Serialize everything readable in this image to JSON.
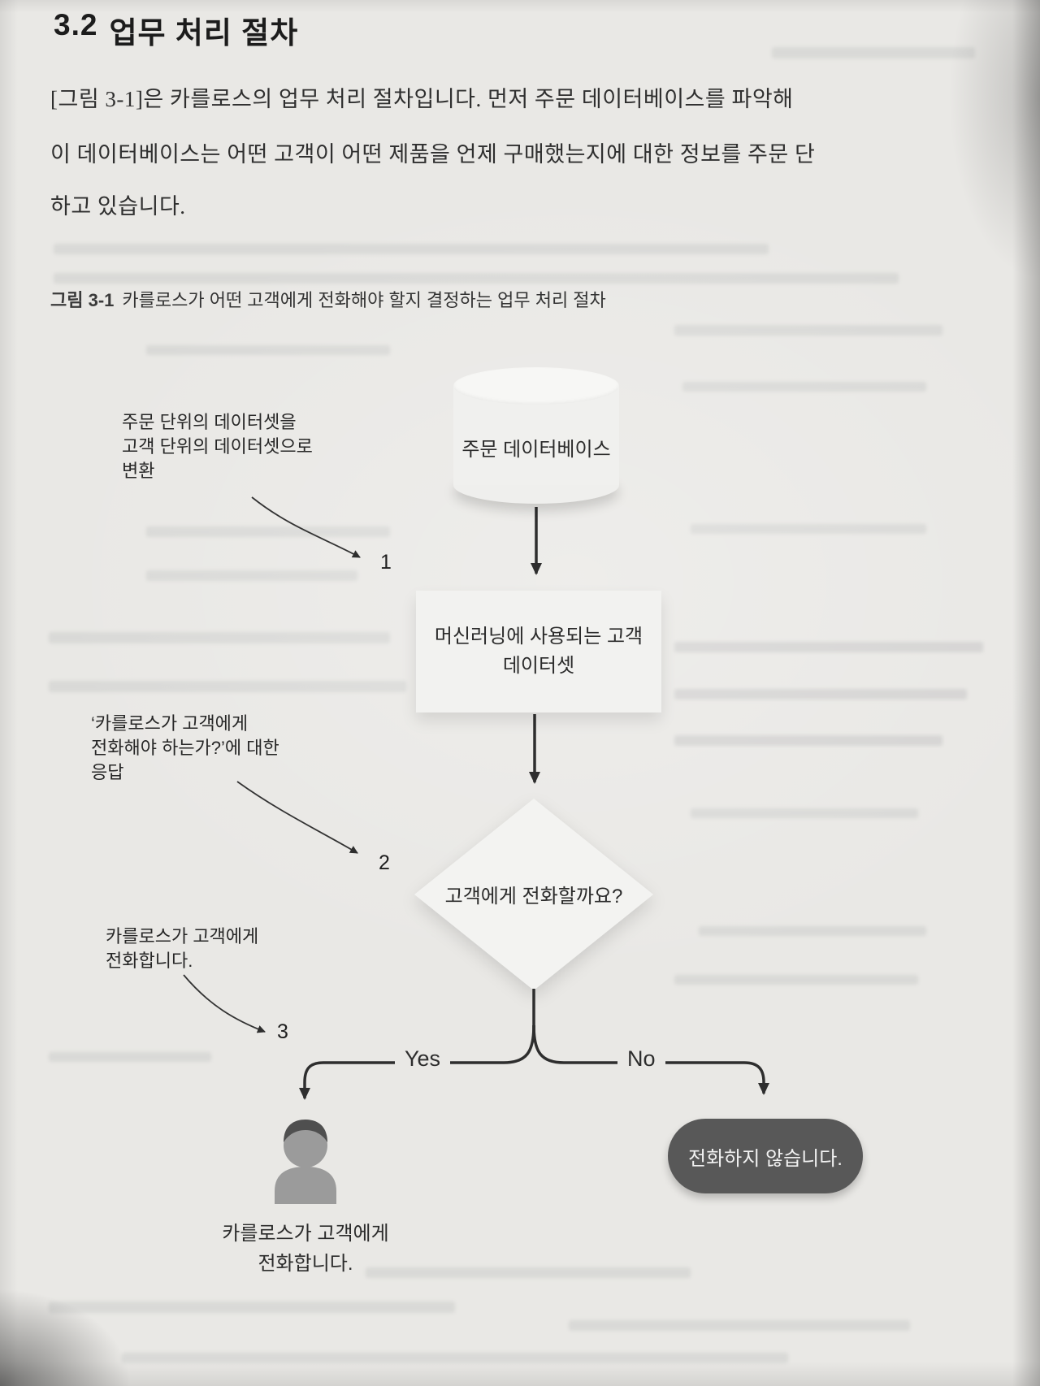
{
  "page": {
    "section_number": "3.2",
    "section_title": "업무 처리 절차",
    "paragraph_lines": [
      "[그림 3-1]은 카를로스의 업무 처리 절차입니다. 먼저 주문 데이터베이스를 파악해",
      "이 데이터베이스는 어떤 고객이 어떤 제품을 언제 구매했는지에 대한 정보를 주문 단",
      "하고 있습니다."
    ],
    "figure_label": "그림 3-1",
    "figure_caption": "카를로스가 어떤 고객에게 전화해야 할지 결정하는 업무 처리 절차"
  },
  "flowchart": {
    "database": {
      "label": "주문 데이터베이스"
    },
    "process": {
      "line1": "머신러닝에 사용되는 고객",
      "line2": "데이터셋"
    },
    "decision": {
      "label": "고객에게 전화할까요?"
    },
    "branch_yes": "Yes",
    "branch_no": "No",
    "yes_result": {
      "line1": "카를로스가 고객에게",
      "line2": "전화합니다."
    },
    "no_result": {
      "label": "전화하지 않습니다."
    }
  },
  "annotations": [
    {
      "number": "1",
      "lines": [
        "주문 단위의 데이터셋을",
        "고객 단위의 데이터셋으로",
        "변환"
      ]
    },
    {
      "number": "2",
      "lines": [
        "‘카를로스가 고객에게",
        "전화해야 하는가?’에 대한",
        "응답"
      ]
    },
    {
      "number": "3",
      "lines": [
        "카를로스가 고객에게",
        "전화합니다."
      ]
    }
  ],
  "colors": {
    "page_background": "#e9e8e5",
    "shape_fill": "#f2f2f0",
    "no_box_fill": "#585858",
    "text": "#2b2b2b",
    "arrow": "#2e2e2e"
  }
}
